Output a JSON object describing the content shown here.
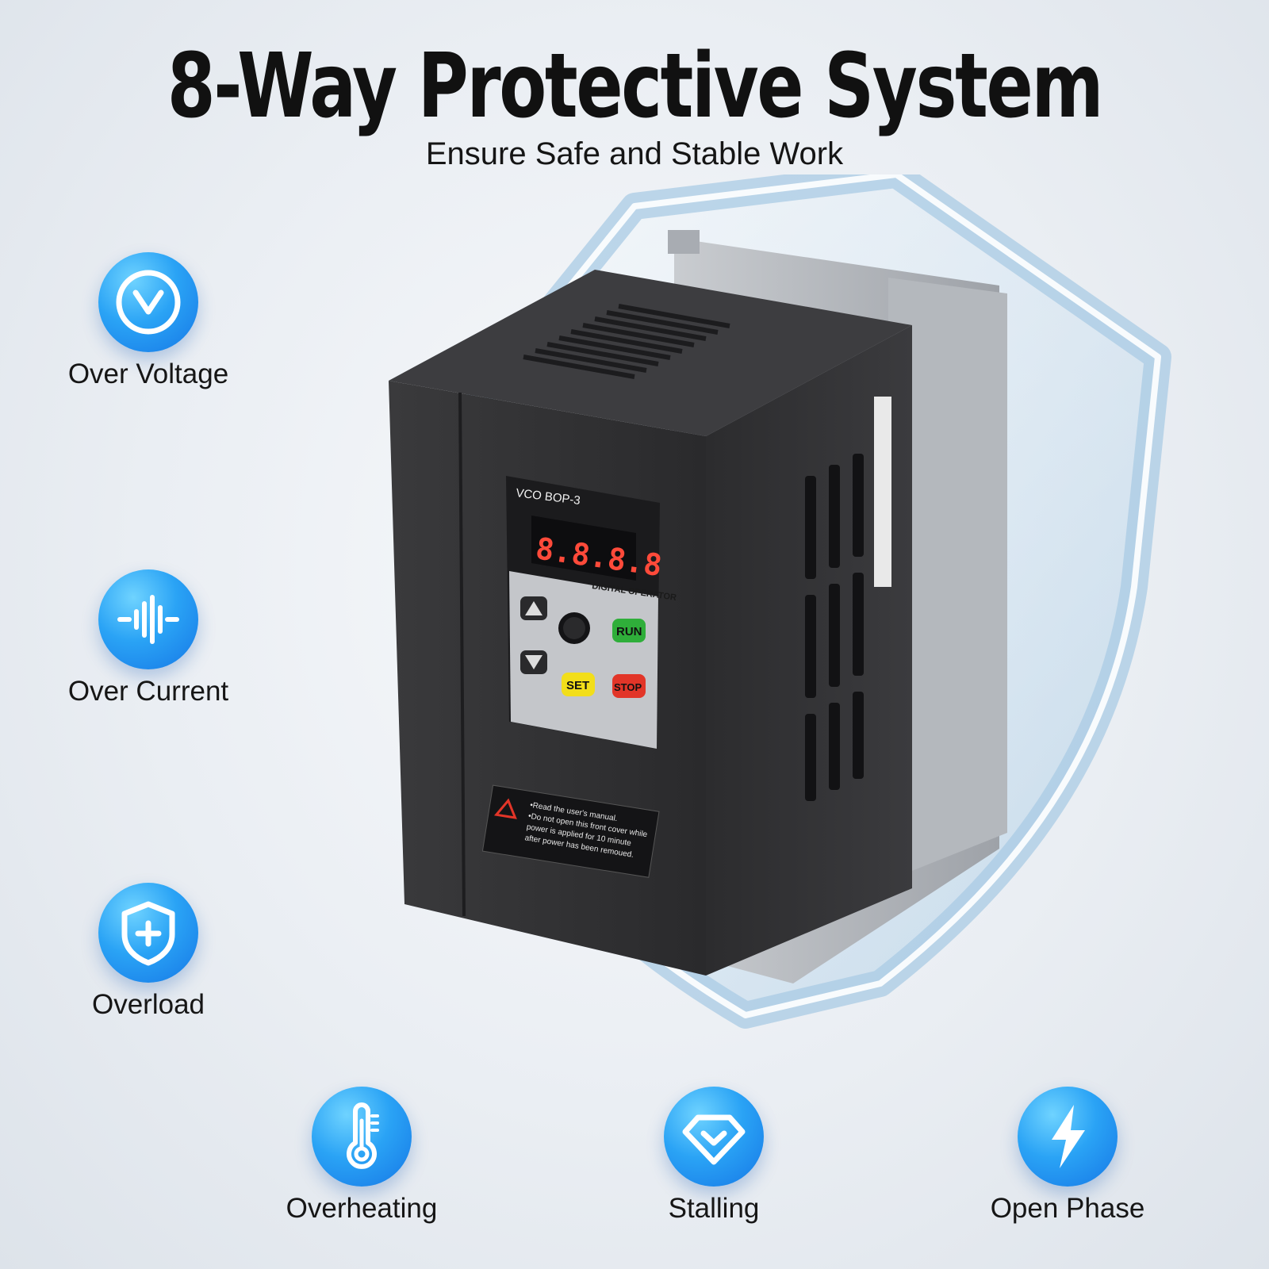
{
  "header": {
    "title": "8-Way Protective System",
    "subtitle": "Ensure Safe and Stable Work"
  },
  "features": [
    {
      "label": "Over Voltage",
      "icon": "check-circle-icon"
    },
    {
      "label": "Over Current",
      "icon": "current-wave-icon"
    },
    {
      "label": "Overload",
      "icon": "shield-plus-icon"
    },
    {
      "label": "Overheating",
      "icon": "thermometer-icon"
    },
    {
      "label": "Stalling",
      "icon": "diamond-check-icon"
    },
    {
      "label": "Open Phase",
      "icon": "lightning-bolt-icon"
    }
  ],
  "product": {
    "panel_model": "VCO BOP-3",
    "display_readout": "8.8.8.8",
    "panel_caption": "DIGITAL OPERATOR",
    "buttons": {
      "run": "RUN",
      "set": "SET",
      "stop": "STOP"
    },
    "warning_lines": [
      "•Read the user's manual.",
      "•Do not open this front cover while",
      "power is applied for 10 minute",
      "after power has been remoued."
    ]
  },
  "colors": {
    "badge_blue": "#1f8ff0",
    "run_green": "#2fae3a",
    "set_yellow": "#f2de1a",
    "stop_red": "#e23528",
    "display_red": "#ff4a3a"
  }
}
